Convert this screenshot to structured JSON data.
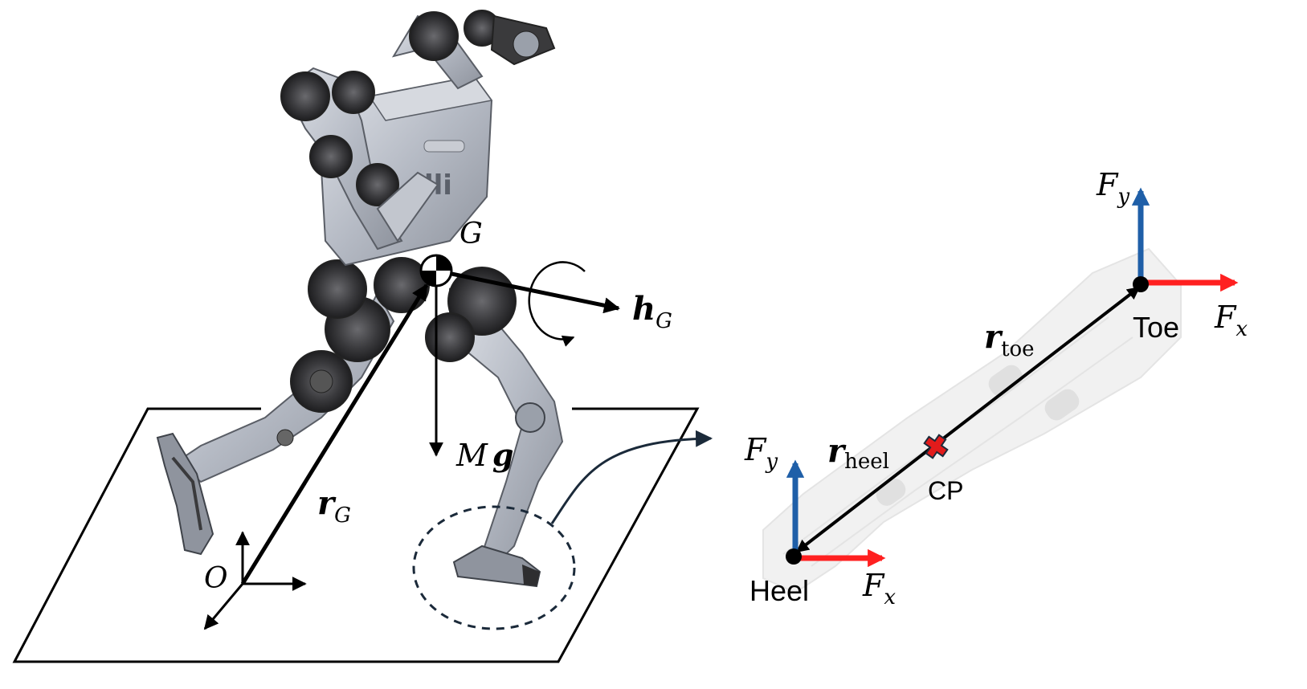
{
  "colors": {
    "force_y": "#1f5fa8",
    "force_x": "#ff2020",
    "cp_marker": "#e21b1b",
    "dashed_curve": "#1b2a3a",
    "robot_body": "#b8bcc6",
    "robot_dark": "#3a3a3c"
  },
  "labels": {
    "com": "G",
    "gravity_m": "M",
    "gravity_g": "g",
    "hg_main": "h",
    "hg_sub": "G",
    "rg_main": "r",
    "rg_sub": "G",
    "origin": "O",
    "foot": {
      "fy_toe_main": "F",
      "fy_toe_sub": "y",
      "fx_toe_main": "F",
      "fx_toe_sub": "x",
      "fy_heel_main": "F",
      "fy_heel_sub": "y",
      "fx_heel_main": "F",
      "fx_heel_sub": "x",
      "r_toe_main": "r",
      "r_toe_sub": "toe",
      "r_heel_main": "r",
      "r_heel_sub": "heel",
      "toe": "Toe",
      "heel": "Heel",
      "cp": "CP"
    }
  },
  "icons": {
    "com_marker": "center-of-mass-icon",
    "cp_marker": "cross-icon"
  }
}
